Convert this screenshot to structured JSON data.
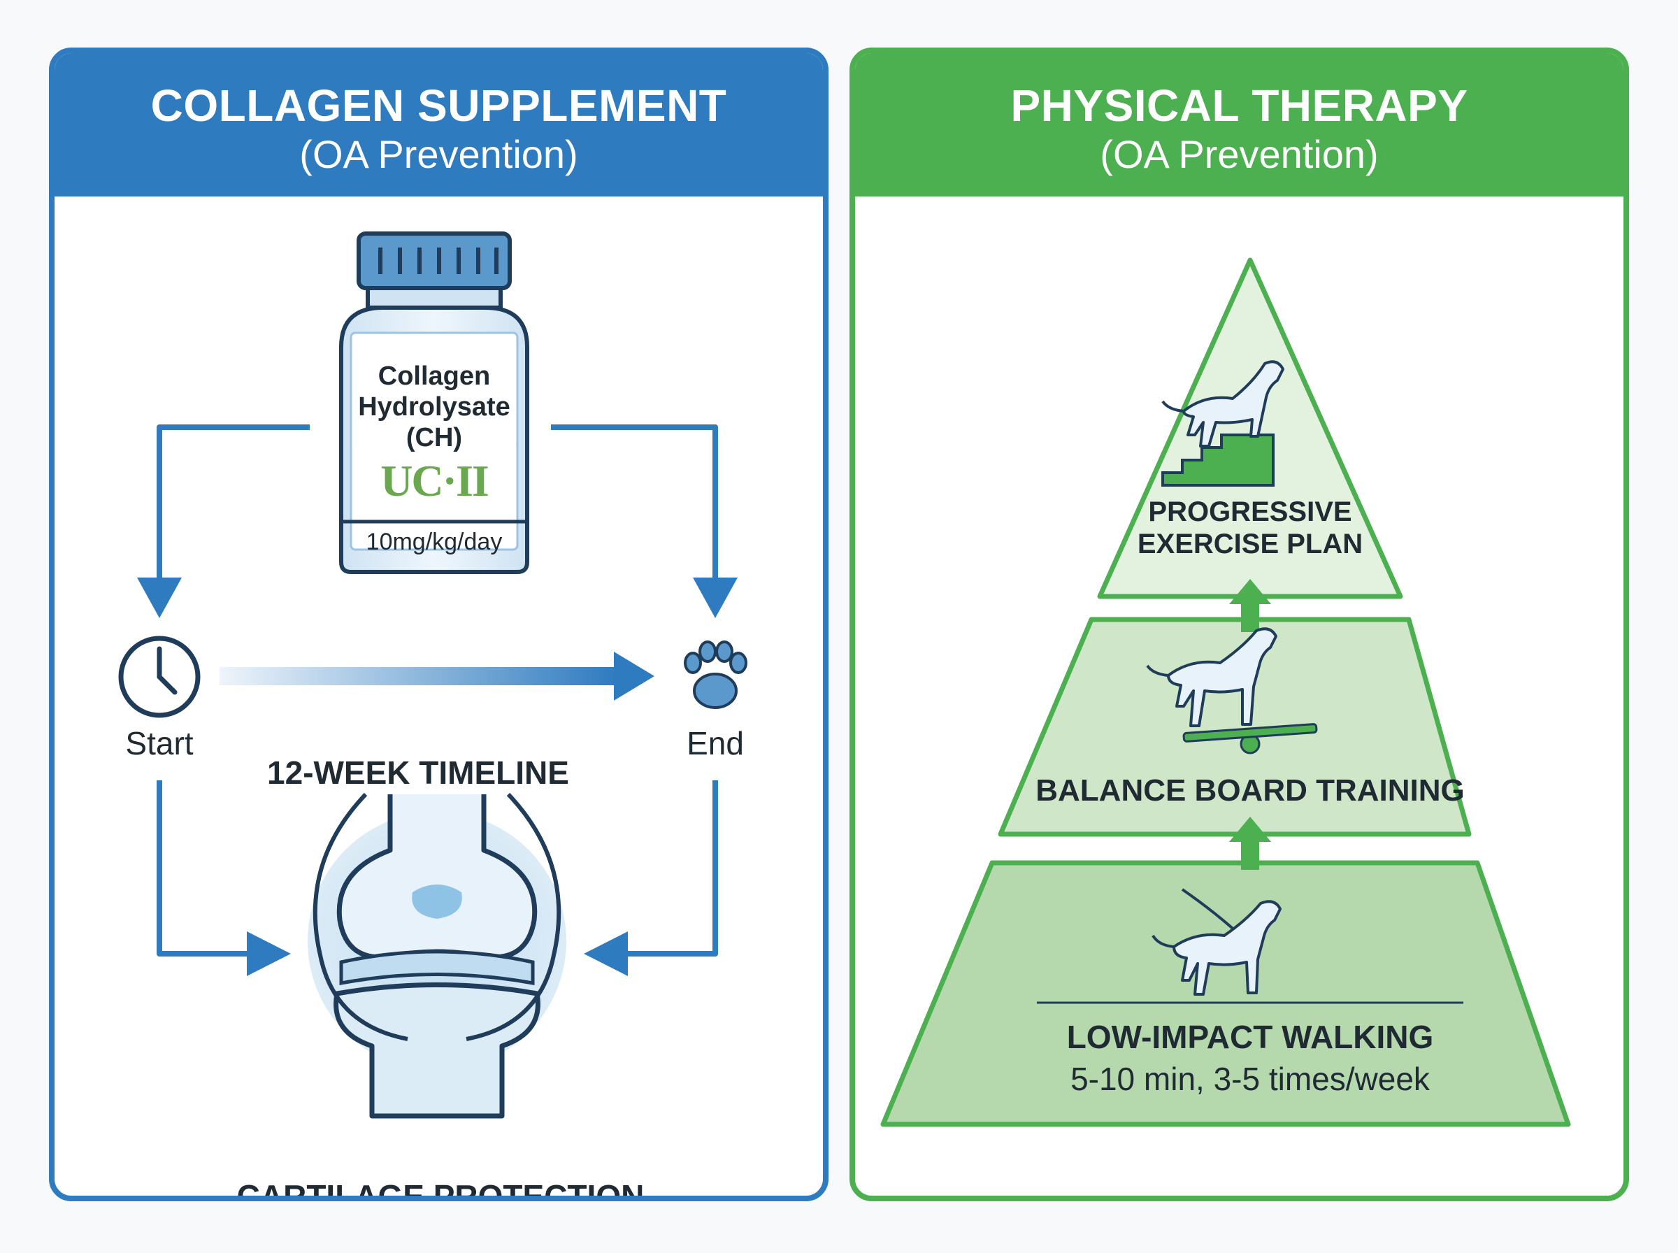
{
  "left_panel": {
    "title": "COLLAGEN SUPPLEMENT",
    "subtitle": "(OA Prevention)",
    "bottle": {
      "line1": "Collagen",
      "line2": "Hydrolysate",
      "line3": "(CH)",
      "brand": "UC·II",
      "dose": "10mg/kg/day"
    },
    "timeline": {
      "start_label": "Start",
      "end_label": "End",
      "label": "12-WEEK TIMELINE"
    },
    "outcome_label": "CARTILAGE PROTECTION"
  },
  "right_panel": {
    "title": "PHYSICAL THERAPY",
    "subtitle": "(OA Prevention)",
    "tiers": [
      {
        "label_line1": "PROGRESSIVE",
        "label_line2": "EXERCISE PLAN"
      },
      {
        "label": "BALANCE BOARD TRAINING"
      },
      {
        "label": "LOW-IMPACT WALKING",
        "detail": "5-10 min, 3-5 times/week"
      }
    ]
  },
  "colors": {
    "blue": "#2e7bbf",
    "green": "#4caf50",
    "light_green": "#d7ecd2",
    "text": "#1f2a33"
  },
  "icons": [
    "supplement-bottle-icon",
    "clock-icon",
    "paw-icon",
    "knee-joint-icon",
    "dog-stairs-icon",
    "dog-balance-board-icon",
    "dog-walking-icon"
  ]
}
